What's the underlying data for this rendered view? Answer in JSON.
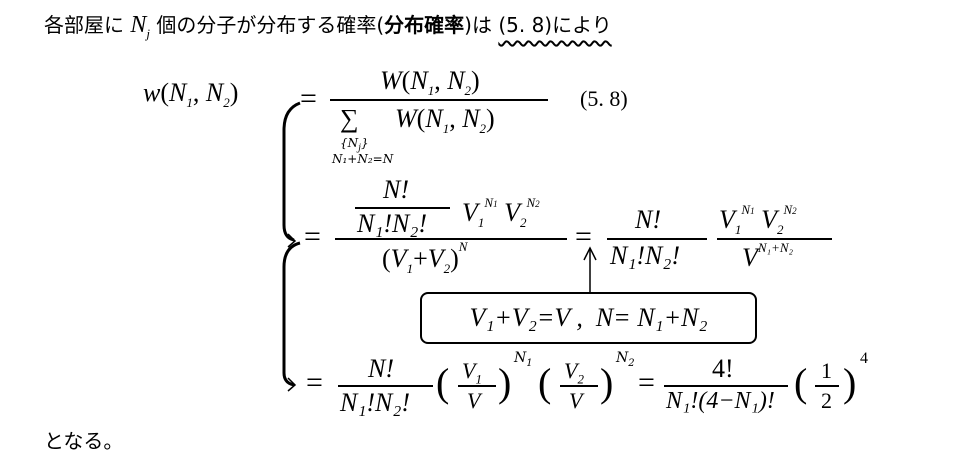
{
  "intro": {
    "t1": "各部屋に",
    "var": "N",
    "var_sub": "j",
    "t2": "個の分子が分布する確率(",
    "bold": "分布確率",
    "t3": ")は",
    "ref": "(5. 8)により"
  },
  "eq": {
    "lhs": "w",
    "N": "N",
    "one": "1",
    "two": "2",
    "W": "W",
    "sigma": "∑",
    "sum_sub1": "{N",
    "sum_sub1_j": "j",
    "sum_sub1_end": "}",
    "sum_sub2": "N₁+N₂=N",
    "number": "(5. 8)",
    "fact": "N!",
    "fact_den": "N₁!N₂!",
    "V": "V",
    "denom_N": "N",
    "V_exp": "N₁+N₂",
    "four_fact": "4!",
    "four_den": "N₁!(4−N₁)!",
    "half_num": "1",
    "half_den": "2",
    "half_exp": "4"
  },
  "box": {
    "text_left": "V₁+V₂=V ,",
    "text_right": "N= N₁+N₂"
  },
  "outro": "となる。"
}
